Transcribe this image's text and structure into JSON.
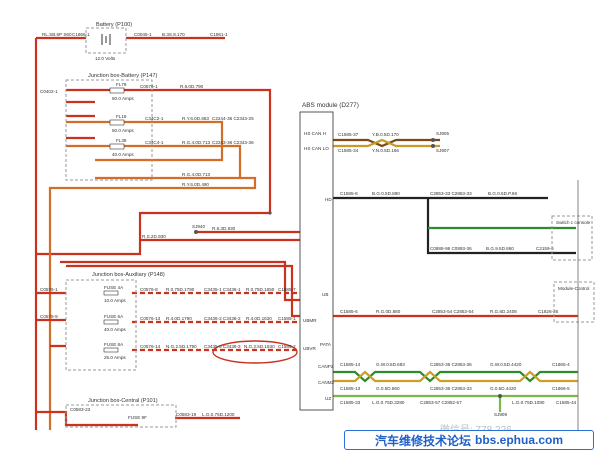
{
  "components": {
    "battery_title": "Battery (P100)",
    "battery_volts": "12.0 Volts",
    "jbb_title": "Junction box-Battery (P147)",
    "jba_title": "Junction box-Auxiliary (P148)",
    "jbc_title": "Junction box-Central (P101)",
    "abs_title": "ABS module (D277)",
    "switch_label": "Switch c console",
    "module_label": "Module-Control"
  },
  "fuses": {
    "f78": "FL78",
    "f78_amps": "60.0 Amps",
    "f18": "FL18",
    "f18_amps": "50.0 Amps",
    "f38": "FL38",
    "f38_amps": "40.0 Amps",
    "fuse4a": "FUSE 4A",
    "fuse4a_amps": "10.0 Amps",
    "fuse6a": "FUSE 6A",
    "fuse6a_amps": "40.0 Amps",
    "fuse8a": "FUSE 8A",
    "fuse8a_amps": "25.0 Amps",
    "fuse9f": "FUSE 9F"
  },
  "pins": {
    "hs_can_h": "HS CAN H",
    "hs_can_l": "HS CAN LO",
    "hd": "HD",
    "ub": "UB",
    "ubmr": "UBMR",
    "ubvr": "UBVR",
    "pata": "PATA",
    "canp2": "CANP2",
    "canm2": "CANM2",
    "uz": "UZ"
  },
  "labels": {
    "top_conn": "RL.SB.6P S60",
    "top_c1": "C1866-1",
    "top_c2": "C0045-1",
    "top_w": "B.3S.8.170",
    "top_c3": "C1861-1",
    "b_left": "C0402-1",
    "b_r1": "C0576-1",
    "b_w1": "R.6.0D.790",
    "b_c342": "C34C2-1",
    "b_w2": "R.Y.6.0D.683",
    "b_c2": "C2244-36 C2343-25",
    "b_c344": "C34C4-1",
    "b_w3": "R.G.4.0D.713",
    "b_c3": "C2243-36 C2343-36",
    "w_rg713": "R.G.4.0D.713",
    "w_ry490": "R.Y.6.0D.490",
    "sj940": "SJ940",
    "w_r930": "R.6.3D.930",
    "w_rs930": "R.S.2D.930",
    "a_c1": "C0576-1",
    "a_r1": "C0576-8",
    "a_w1": "R.0.75D.1790",
    "a_c1b": "C3435-1 C3436-1",
    "a_w1b": "R.0.75D.1650",
    "a_e1": "C1585-7",
    "a_c2": "C0578-9",
    "a_r2": "C0576-13",
    "a_w2": "R.4.0D.1790",
    "a_c2b": "C3436-2 C3438-2",
    "a_w2b": "R.4.0D.1630",
    "a_e2": "C1585-1",
    "a_r3": "C0576-14",
    "a_w3": "N.G.2.5D.1790",
    "a_c3b": "C3435-3 C3436-3",
    "a_w3b": "N.G.2.5D.1630",
    "a_e3": "C1585-2",
    "c_c1": "C0583-23",
    "c_r1": "C0583-19",
    "c_w1": "L.G.0.75D.1200",
    "hs_c1": "C1585-37",
    "hs_w1": "Y.B.0.5D.170",
    "sj905": "SJ905",
    "hs_c2": "C1585-34",
    "hs_w2": "Y.N.0.5D.166",
    "sj907": "SJ907",
    "hd_c": "C1585-8",
    "hd_w": "B.G.0.5D.890",
    "hd_c2": "C2853-33 C2853-33",
    "hd_w2": "B.G.0.5D.P.66",
    "g_c1": "C0888-98 C0893-36",
    "g_w1": "B.G.9.5D.860",
    "g_c2": "C2159-6",
    "p_c": "C1585-6",
    "p_w": "R.G.0D.880",
    "p_c2": "C2853-54 C2853-54",
    "p_w2": "R.G.6D.2408",
    "p_c3": "C1826-26",
    "cp_c1": "C1585-14",
    "cp_w1": "G.W.0.5D.683",
    "cp_c2": "C2853-35 C2853-36",
    "cp_w2": "G.W.0.5D.4420",
    "cp_c3": "C1865-4",
    "cm_c1": "C1585-13",
    "cm_w1": "G.0.5D.860",
    "cm_c2": "C2853-36 C2853-33",
    "cm_w2": "G.0.5D.4420",
    "cm_c3": "C1866-5",
    "uz_c1": "C1585-33",
    "uz_w1": "L.G.0.75D.3280",
    "uz_c2": "C2853-57 C2852-57",
    "uz_w2": "L.G.0.75D.1080",
    "uz_c3": "C1585-44",
    "sj909": "SJ909"
  },
  "watermark": {
    "top": "微信号: 778 226",
    "bar_cn": "汽车维修技术论坛",
    "bar_url": "bbs.ephua.com"
  },
  "colors": {
    "red_wire": "#c8321e",
    "orange_wire": "#d26e28",
    "brown_wire": "#7a4a18",
    "black_wire": "#222222",
    "green_wire": "#2e8b2e",
    "box_border": "#9a9a9a"
  }
}
